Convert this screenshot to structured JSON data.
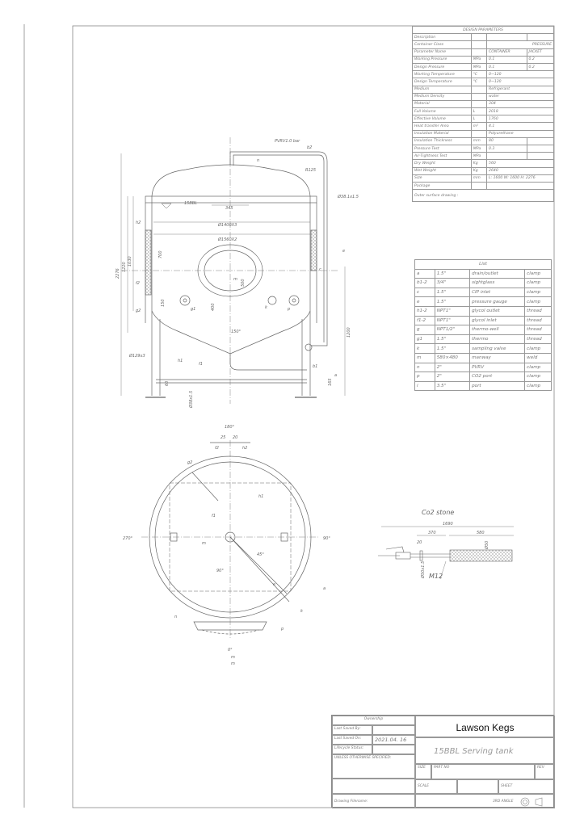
{
  "design_parameters": {
    "title": "DESIGN PARAMETERS",
    "rows": [
      {
        "name": "Description",
        "unit": "",
        "container": "",
        "jacket": ""
      },
      {
        "name": "Container Class",
        "unit": "",
        "container": "PRESSURE",
        "jacket": ""
      },
      {
        "name": "Parameter Name",
        "unit": "",
        "container": "CONTAINER",
        "jacket": "JACKET"
      },
      {
        "name": "Working Pressure",
        "unit": "MPa",
        "container": "0.1",
        "jacket": "0.2"
      },
      {
        "name": "Design Pressure",
        "unit": "MPa",
        "container": "0.1",
        "jacket": "0.2"
      },
      {
        "name": "Working Temperature",
        "unit": "℃",
        "container": "0~120",
        "jacket": ""
      },
      {
        "name": "Design Temperature",
        "unit": "℃",
        "container": "0~120",
        "jacket": ""
      },
      {
        "name": "Medium",
        "unit": "",
        "container": "Refrigerant",
        "jacket": ""
      },
      {
        "name": "Medium Density",
        "unit": "",
        "container": "water",
        "jacket": ""
      },
      {
        "name": "Material",
        "unit": "",
        "container": "304",
        "jacket": ""
      },
      {
        "name": "Full Volume",
        "unit": "L",
        "container": "2018",
        "jacket": ""
      },
      {
        "name": "Effective Volume",
        "unit": "L",
        "container": "1760",
        "jacket": ""
      },
      {
        "name": "Heat transfer Area",
        "unit": "m²",
        "container": "4.1",
        "jacket": ""
      },
      {
        "name": "Insulation Material",
        "unit": "",
        "container": "Polyurethane",
        "jacket": ""
      },
      {
        "name": "Insulation Thickness",
        "unit": "mm",
        "container": "80",
        "jacket": ""
      },
      {
        "name": "Pressure Test",
        "unit": "MPa",
        "container": "0.3",
        "jacket": ""
      },
      {
        "name": "Air-Tightness Test",
        "unit": "MPa",
        "container": "",
        "jacket": ""
      },
      {
        "name": "Dry Weight",
        "unit": "Kg",
        "container": "560",
        "jacket": ""
      },
      {
        "name": "Wet Weight",
        "unit": "Kg",
        "container": "2640",
        "jacket": ""
      },
      {
        "name": "Size",
        "unit": "mm",
        "container": "L: 1600    W: 1600    H: 2276",
        "jacket": ""
      },
      {
        "name": "Package",
        "unit": "",
        "container": "",
        "jacket": ""
      }
    ],
    "footer": "Outer surface drawing :"
  },
  "parts_list": {
    "title": "List",
    "rows": [
      [
        "a",
        "1.5\"",
        "drain/outlet",
        "clamp"
      ],
      [
        "b1-2",
        "3/4\"",
        "sightglass",
        "clamp"
      ],
      [
        "c",
        "1.5\"",
        "CIP inlet",
        "clamp"
      ],
      [
        "e",
        "1.5\"",
        "pressure gauge",
        "clamp"
      ],
      [
        "h1-2",
        "NPT1\"",
        "glycol outlet",
        "thread"
      ],
      [
        "f1-2",
        "NPT1\"",
        "glycol inlet",
        "thread"
      ],
      [
        "g",
        "NPT1/2\"",
        "thermo-well",
        "thread"
      ],
      [
        "g1",
        "1.5\"",
        "thermo",
        "thread"
      ],
      [
        "k",
        "1.5\"",
        "sampling valve",
        "clamp"
      ],
      [
        "m",
        "580×480",
        "manway",
        "weld"
      ],
      [
        "n",
        "2\"",
        "PVRV",
        "clamp"
      ],
      [
        "p",
        "2\"",
        "CO2 port",
        "clamp"
      ],
      [
        "i",
        "3.5\"",
        "port",
        "clamp"
      ]
    ]
  },
  "front_view": {
    "labels": {
      "pvrv": "PVRV1.0 bar",
      "b2": "b2",
      "r125": "R125",
      "pipe": "Ø38.1x1.5",
      "level": "15BBL",
      "d345": "345",
      "d1400": "Ø1400X3",
      "d1560": "Ø1560X2",
      "h2": "h2",
      "f2": "f2",
      "g2": "g2",
      "g1": "g1",
      "k": "k",
      "p": "p",
      "m": "m",
      "d700": "700",
      "d400": "400",
      "d150": "150",
      "d500": "500",
      "angle": "150°",
      "h1": "h1",
      "f1": "f1",
      "b1": "b1",
      "a": "a",
      "c": "c",
      "e": "e",
      "n": "n",
      "leg": "Ø129x3",
      "brace": "Ø38x1.5",
      "d60": "60",
      "d165": "165",
      "h2276": "2276",
      "h1220": "1220",
      "h1030": "1030",
      "h1200": "1200"
    }
  },
  "top_view": {
    "labels": {
      "a180": "180°",
      "a270": "270°",
      "a90": "90°",
      "a0": "0°",
      "f2": "f2",
      "h2": "h2",
      "g2": "g2",
      "h1": "h1",
      "f1": "f1",
      "m": "m",
      "a45": "45°",
      "a90b": "90°",
      "e": "e",
      "k": "k",
      "n": "n",
      "p": "p",
      "a": "a",
      "d25": "25",
      "d20": "20",
      "mark1": "m",
      "mark2": "m"
    }
  },
  "co2_stone": {
    "title": "Co2 stone",
    "overall": "1690",
    "d1": "370",
    "d2": "580",
    "d3": "20",
    "dia": "Ø50",
    "dia2": "Ø50x1.5",
    "thread": "M12"
  },
  "title_block": {
    "ownership": "Ownership",
    "last_saved_by": "Last Saved By:",
    "last_saved_on": "Last Saved On:",
    "last_saved_on_value": "2021.04. 16",
    "lifecycle": "Lifecycle Status:",
    "unless": "UNLESS OTHERWISE SPECIFIED:",
    "filename": "Drawing Filename:",
    "company": "Lawson Kegs",
    "drawing_title": "15BBL Serving tank",
    "size": "SIZE",
    "part_no": "PART NO",
    "rev": "REV",
    "scale": "SCALE",
    "sheet": "SHEET",
    "projection": "3RD ANGLE"
  }
}
